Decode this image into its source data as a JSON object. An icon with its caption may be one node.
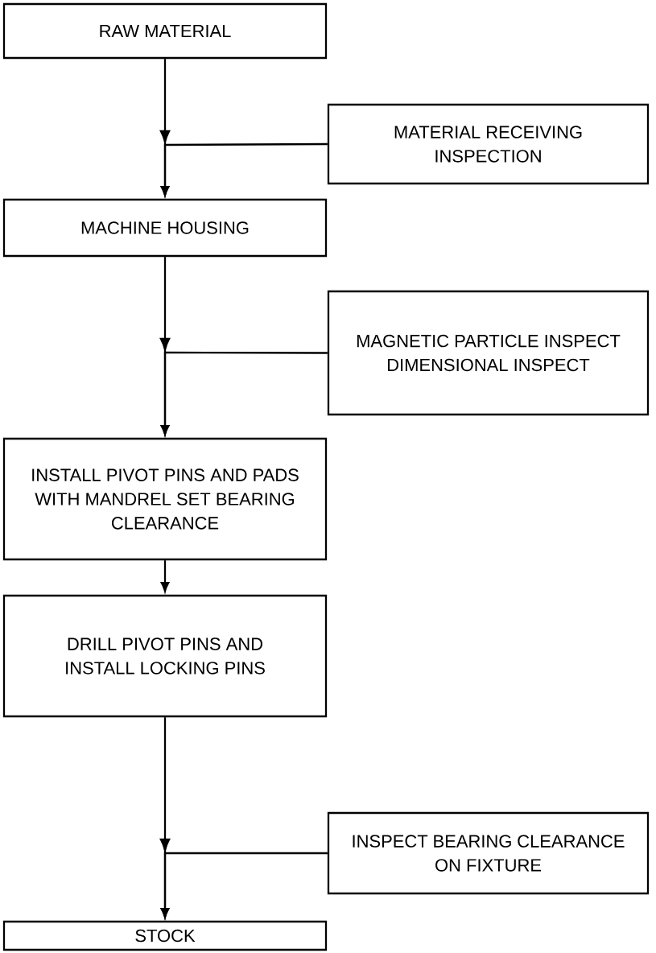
{
  "diagram": {
    "nodes": [
      {
        "text": [
          "RAW MATERIAL"
        ]
      },
      {
        "text": [
          "MATERIAL RECEIVING INSPECTION"
        ]
      },
      {
        "text": [
          "MACHINE HOUSING"
        ]
      },
      {
        "text": [
          "MAGNETIC PARTICLE INSPECT DIMENSIONAL INSPECT"
        ]
      },
      {
        "text": [
          "INSTALL PIVOT PINS AND PADS WITH MANDREL SET BEARING CLEARANCE"
        ]
      },
      {
        "text": [
          "DRILL PIVOT PINS AND INSTALL LOCKING PINS"
        ]
      },
      {
        "text": [
          "INSPECT BEARING CLEARANCE ON FIXTURE"
        ]
      },
      {
        "text": [
          "STOCK"
        ]
      }
    ],
    "edges": [
      {
        "from": 0,
        "to": 2,
        "arrow": "to"
      },
      {
        "from": 1,
        "to": 2,
        "arrow": "to"
      },
      {
        "from": 2,
        "to": 4,
        "arrow": "to"
      },
      {
        "from": 3,
        "to": 4,
        "arrow": "to"
      },
      {
        "from": 4,
        "to": 5,
        "arrow": "to"
      },
      {
        "from": 5,
        "to": 7,
        "arrow": "to"
      },
      {
        "from": 6,
        "to": 7,
        "arrow": "to"
      }
    ]
  }
}
